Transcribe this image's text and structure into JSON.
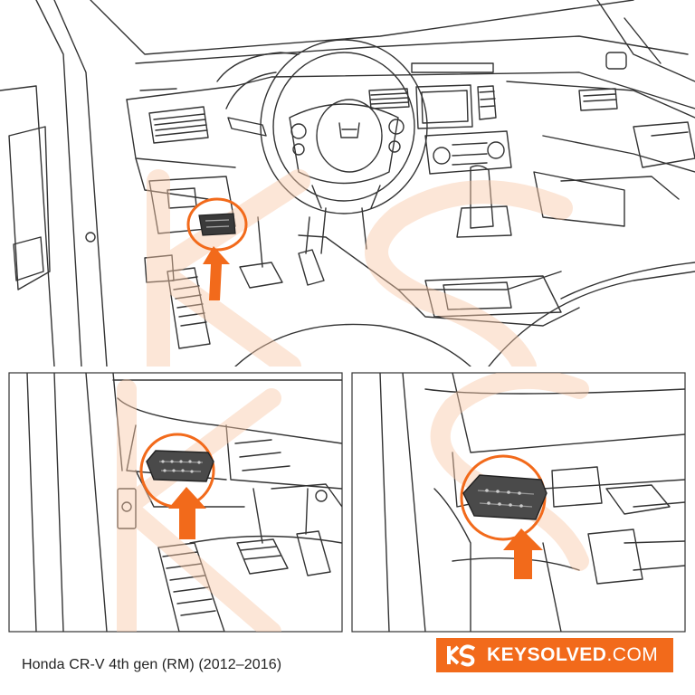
{
  "caption": "Honda CR-V 4th gen (RM) (2012–2016)",
  "brand": {
    "name": "KEYSOLVED",
    "tld": ".COM",
    "accent_color": "#f26a1b"
  },
  "icons": {
    "steering_logo": "honda-logo-icon",
    "arrow": "up-arrow-icon",
    "port": "obd-port-icon"
  }
}
